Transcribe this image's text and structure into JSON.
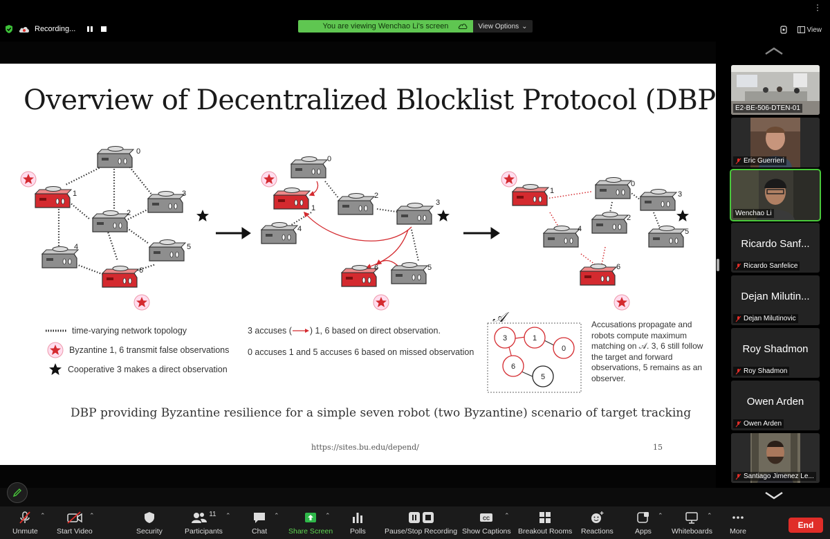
{
  "topbar": {
    "recording_label": "Recording...",
    "viewing_banner": "You are viewing Wenchao Li's screen",
    "view_options": "View Options",
    "view_label": "View"
  },
  "slide": {
    "title": "Overview of Decentralized Blocklist Protocol (DBP)",
    "legend": [
      "time-varying network topology",
      "Byzantine 1, 6 transmit false observations",
      "Cooperative 3 makes a direct observation"
    ],
    "middle_notes": {
      "accuses_prefix": "3 accuses (",
      "accuses_suffix": ") 1, 6 based on direct observation.",
      "missed": "0 accuses 1 and 5 accuses 6 based on missed observation"
    },
    "matching_symbol": "𝒜",
    "matching_nodes": [
      "3",
      "1",
      "0",
      "6",
      "5"
    ],
    "accusation_text": "Accusations propagate and robots compute maximum matching on 𝒜. 3, 6 still follow the target and forward observations, 5 remains as an observer.",
    "robot_labels": [
      "0",
      "1",
      "2",
      "3",
      "4",
      "5",
      "6"
    ],
    "caption": "DBP providing Byzantine resilience for a simple seven robot (two Byzantine) scenario of target tracking",
    "url": "https://sites.bu.edu/depend/",
    "page_number": "15"
  },
  "participants": [
    {
      "name": "E2-BE-506-DTEN-01",
      "video": true,
      "muted": false
    },
    {
      "name": "Eric Guerrieri",
      "video": true,
      "muted": true
    },
    {
      "name": "Wenchao Li",
      "video": true,
      "muted": false,
      "active": true
    },
    {
      "name": "Ricardo Sanfelice",
      "display": "Ricardo Sanf...",
      "video": false,
      "muted": true
    },
    {
      "name": "Dejan Milutinovic",
      "display": "Dejan Milutin...",
      "video": false,
      "muted": true
    },
    {
      "name": "Roy Shadmon",
      "display": "Roy Shadmon",
      "video": false,
      "muted": true
    },
    {
      "name": "Owen Arden",
      "display": "Owen Arden",
      "video": false,
      "muted": true
    },
    {
      "name": "Santiago Jimenez Le...",
      "video": true,
      "muted": true
    }
  ],
  "toolbar": {
    "unmute": "Unmute",
    "start_video": "Start Video",
    "security": "Security",
    "participants": "Participants",
    "participants_count": "11",
    "chat": "Chat",
    "share_screen": "Share Screen",
    "polls": "Polls",
    "pause_stop_recording": "Pause/Stop Recording",
    "show_captions": "Show Captions",
    "breakout_rooms": "Breakout Rooms",
    "reactions": "Reactions",
    "apps": "Apps",
    "whiteboards": "Whiteboards",
    "more": "More",
    "end": "End"
  },
  "colors": {
    "accent_green": "#5fc651",
    "byzantine_red": "#d42a2f",
    "end_red": "#e02d28"
  }
}
